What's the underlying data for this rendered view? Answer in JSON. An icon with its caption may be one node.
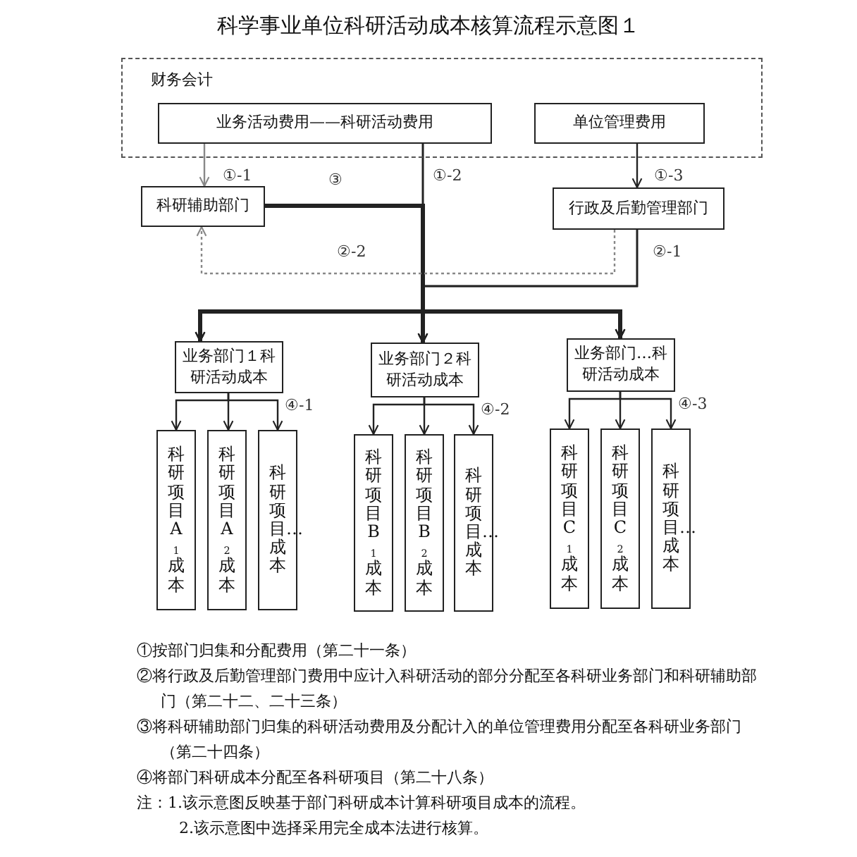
{
  "diagram": {
    "title": "科学事业单位科研活动成本核算流程示意图１",
    "nodes": [
      {
        "text": [
          "财务会计"
        ]
      },
      {
        "text": [
          "业务活动费用——科研活动费用"
        ],
        "in": 0
      },
      {
        "text": [
          "单位管理费用"
        ],
        "in": 0
      },
      {
        "text": [
          "科研辅助部门"
        ]
      },
      {
        "text": [
          "行政及后勤管理部门"
        ]
      },
      {
        "text": [
          "业务部门１科研活动成本"
        ]
      },
      {
        "text": [
          "业务部门２科研活动成本"
        ]
      },
      {
        "text": [
          "业务部门…科研活动成本"
        ]
      },
      {
        "text": [
          "科研项目A$_{1}$成本"
        ]
      },
      {
        "text": [
          "科研项目A$_{2}$成本"
        ]
      },
      {
        "text": [
          "科研项目…成本"
        ]
      },
      {
        "text": [
          "科研项目B$_{1}$成本"
        ]
      },
      {
        "text": [
          "科研项目B$_{2}$成本"
        ]
      },
      {
        "text": [
          "科研项目…成本"
        ]
      },
      {
        "text": [
          "科研项目C$_{1}$成本"
        ]
      },
      {
        "text": [
          "科研项目C$_{2}$成本"
        ]
      },
      {
        "text": [
          "科研项目…成本"
        ]
      }
    ],
    "edges": [
      {
        "from": 1,
        "to": 3,
        "arrow": "to",
        "label": "①-1",
        "color": "#888888"
      },
      {
        "from": 2,
        "to": 4,
        "arrow": "to",
        "label": "①-3"
      },
      {
        "from": 1,
        "to": 5,
        "arrow": "to",
        "label": "①-2"
      },
      {
        "from": 1,
        "to": 6,
        "arrow": "to"
      },
      {
        "from": 1,
        "to": 7,
        "arrow": "to"
      },
      {
        "from": 3,
        "to": 5,
        "arrow": "to",
        "label": "③",
        "style": "thick"
      },
      {
        "from": 3,
        "to": 6,
        "arrow": "to",
        "style": "thick"
      },
      {
        "from": 3,
        "to": 7,
        "arrow": "to",
        "style": "thick"
      },
      {
        "from": 4,
        "to": 5,
        "arrow": "to",
        "label": "②-1"
      },
      {
        "from": 4,
        "to": 6,
        "arrow": "to"
      },
      {
        "from": 4,
        "to": 7,
        "arrow": "to"
      },
      {
        "from": 4,
        "to": 3,
        "arrow": "to",
        "label": "②-2",
        "style": "dashed",
        "color": "#888888"
      },
      {
        "from": 5,
        "to": 8,
        "arrow": "to"
      },
      {
        "from": 5,
        "to": 9,
        "arrow": "to"
      },
      {
        "from": 5,
        "to": 10,
        "arrow": "to",
        "label": "④-1"
      },
      {
        "from": 6,
        "to": 11,
        "arrow": "to"
      },
      {
        "from": 6,
        "to": 12,
        "arrow": "to"
      },
      {
        "from": 6,
        "to": 13,
        "arrow": "to",
        "label": "④-2"
      },
      {
        "from": 7,
        "to": 14,
        "arrow": "to"
      },
      {
        "from": 7,
        "to": 15,
        "arrow": "to"
      },
      {
        "from": 7,
        "to": 16,
        "arrow": "to",
        "label": "④-3"
      }
    ],
    "labels": [
      "①按部门归集和分配费用（第二十一条）",
      "②将行政及后勤管理部门费用中应计入科研活动的部分分配至各科研业务部门和科研辅助部门（第二十二、二十三条）",
      "③将科研辅助部门归集的科研活动费用及分配计入的单位管理费用分配至各科研业务部门（第二十四条）",
      "④将部门科研成本分配至各科研项目（第二十八条）",
      "注：1.该示意图反映基于部门科研成本计算科研项目成本的流程。",
      "2.该示意图中选择采用完全成本法进行核算。"
    ]
  }
}
